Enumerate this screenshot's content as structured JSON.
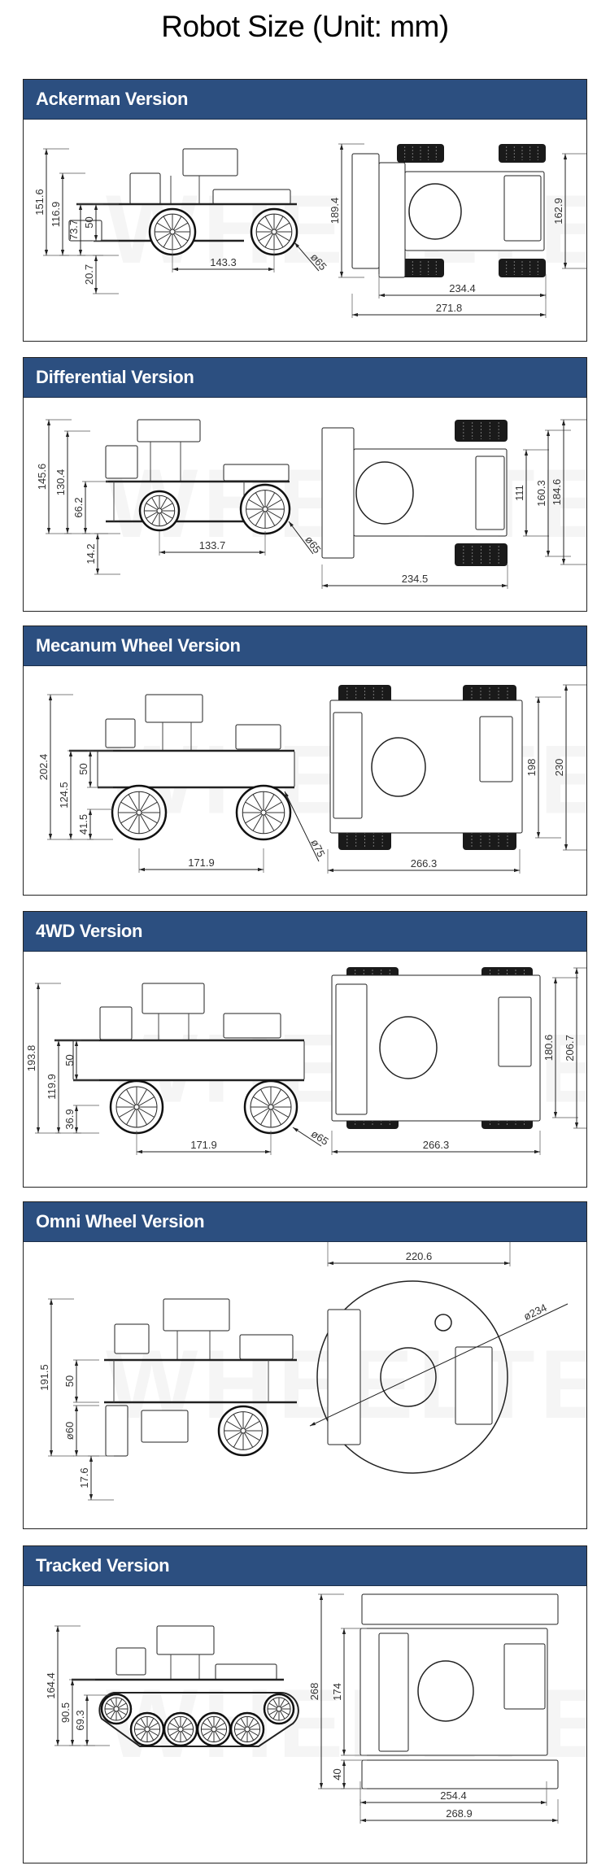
{
  "page_title": "Robot Size (Unit: mm)",
  "watermark": "WHEELTEC",
  "colors": {
    "header_bg": "#2c4f80",
    "header_text": "#ffffff",
    "line": "#222222"
  },
  "sections": [
    {
      "title": "Ackerman Version",
      "dims": [
        "151.6",
        "116.9",
        "73.7",
        "50",
        "20.7",
        "143.3",
        "ø65",
        "189.4",
        "162.9",
        "234.4",
        "271.8"
      ]
    },
    {
      "title": "Differential Version",
      "dims": [
        "145.6",
        "130.4",
        "66.2",
        "14.2",
        "133.7",
        "ø65",
        "111",
        "160.3",
        "184.6",
        "234.5"
      ]
    },
    {
      "title": "Mecanum Wheel Version",
      "dims": [
        "202.4",
        "124.5",
        "50",
        "41.5",
        "171.9",
        "ø75",
        "198",
        "230",
        "266.3"
      ]
    },
    {
      "title": "4WD Version",
      "dims": [
        "193.8",
        "119.9",
        "50",
        "36.9",
        "171.9",
        "ø65",
        "180.6",
        "206.7",
        "266.3"
      ]
    },
    {
      "title": "Omni Wheel Version",
      "dims": [
        "191.5",
        "50",
        "ø60",
        "17.6",
        "220.6",
        "ø234"
      ]
    },
    {
      "title": "Tracked Version",
      "dims": [
        "164.4",
        "90.5",
        "69.3",
        "268",
        "174",
        "40",
        "254.4",
        "268.9"
      ]
    }
  ]
}
